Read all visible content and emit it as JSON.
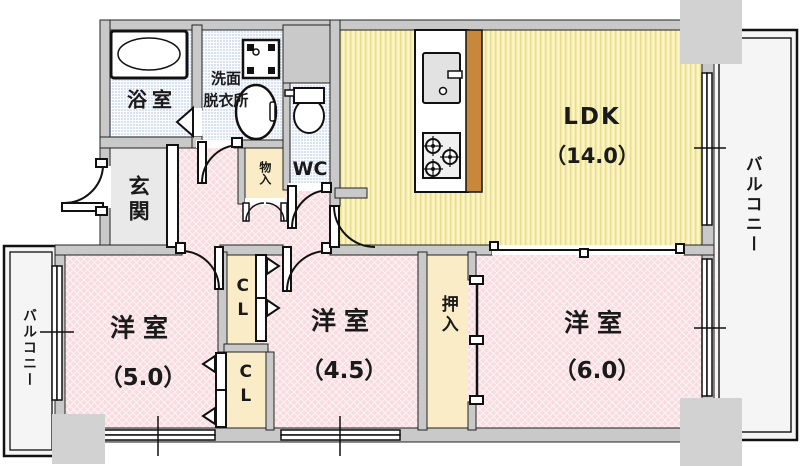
{
  "floorplan_type": "apartment-madori",
  "rooms": {
    "ldk": {
      "name": "LDK",
      "size": "（14.0）"
    },
    "room5": {
      "name": "洋室",
      "size": "（5.0）"
    },
    "room45": {
      "name": "洋室",
      "size": "（4.5）"
    },
    "room6": {
      "name": "洋室",
      "size": "（6.0）"
    },
    "bathroom": {
      "name": "浴室"
    },
    "washroom": {
      "line1": "洗面",
      "line2": "脱衣所"
    },
    "wc": {
      "name": "WC"
    },
    "entrance": {
      "name": "玄関"
    },
    "storage": {
      "name": "物入"
    },
    "oshiire": {
      "name": "押入"
    },
    "closet_upper": {
      "name": "CL"
    },
    "closet_lower": {
      "name": "CL"
    },
    "balcony_right": {
      "name": "バルコニー"
    },
    "balcony_left": {
      "name": "バルコニー"
    }
  },
  "icons": {
    "bathtub": "bathtub-icon",
    "washer_pan": "washing-machine-pan-icon",
    "basin": "wash-basin-icon",
    "toilet": "toilet-icon",
    "kitchen_sink": "kitchen-sink-icon",
    "stove": "gas-stove-icon",
    "door_swing": "swing-door-arc-icon",
    "door_fold": "folding-door-icon",
    "door_slide": "sliding-door-icon",
    "window": "sliding-window-icon"
  },
  "colors": {
    "room_pink": "#f9dce1",
    "ldk_yellow": "#f7efb2",
    "wet_blue": "#d9e2f3",
    "closet_cream": "#faecc6",
    "entrance_gray": "#e9e9e9",
    "wall_gray": "#c9c9c9",
    "pillar_gray": "#d2d2d2",
    "counter_brown": "#c8883c",
    "balcony_white": "#f5f5f5",
    "line_black": "#111111"
  }
}
